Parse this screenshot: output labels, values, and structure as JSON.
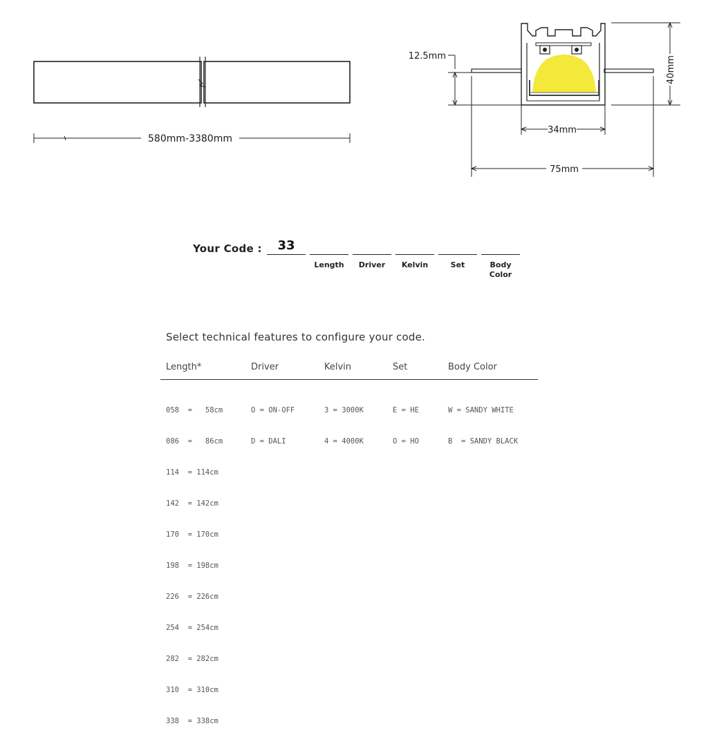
{
  "dimensions": {
    "length_range": "580mm-3380mm",
    "lip_height": "12.5mm",
    "total_height": "40mm",
    "inner_width": "34mm",
    "total_width": "75mm"
  },
  "code": {
    "label": "Your Code :",
    "value": "33",
    "fields": [
      "Length",
      "Driver",
      "Kelvin",
      "Set",
      "Body\nColor"
    ]
  },
  "features": {
    "intro": "Select technical features to configure your code.",
    "headers": {
      "length": "Length*",
      "driver": "Driver",
      "kelvin": "Kelvin",
      "set": "Set",
      "body_color": "Body Color"
    },
    "length_options": [
      "058  =   58cm",
      "086  =   86cm",
      "114  = 114cm",
      "142  = 142cm",
      "170  = 170cm",
      "198  = 198cm",
      "226  = 226cm",
      "254  = 254cm",
      "282  = 282cm",
      "310  = 310cm",
      "338  = 338cm"
    ],
    "driver_options": [
      "O = ON-OFF",
      "D = DALI"
    ],
    "kelvin_options": [
      "3 = 3000K",
      "4 = 4000K"
    ],
    "set_options": [
      "E = HE",
      "O = HO"
    ],
    "body_color_options": [
      "W = SANDY WHITE",
      "B  = SANDY BLACK"
    ]
  },
  "colors": {
    "light_beam": "#f4e83a",
    "line": "#222222"
  }
}
